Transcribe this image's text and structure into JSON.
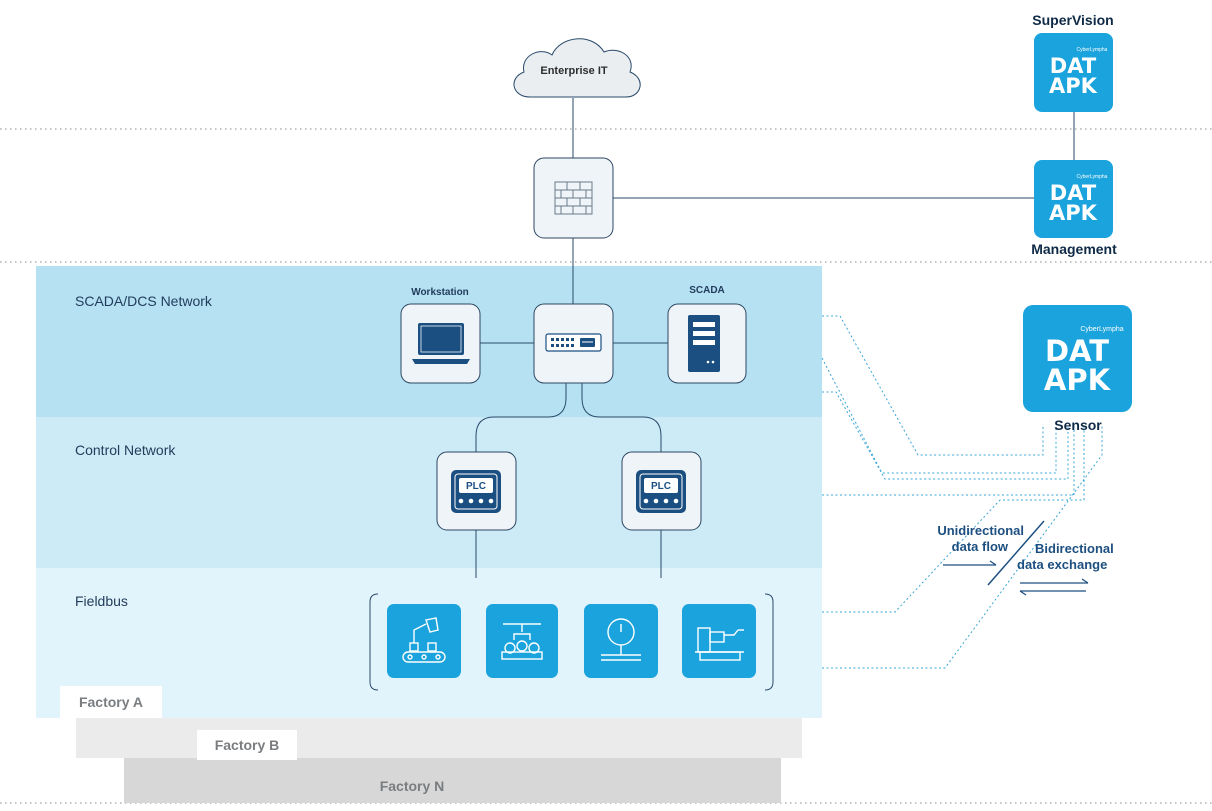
{
  "zones": {
    "scada": "SCADA/DCS Network",
    "control": "Control Network",
    "fieldbus": "Fieldbus"
  },
  "cloud": {
    "label": "Enterprise IT",
    "icon": "cloud-icon"
  },
  "firewall": {
    "icon": "firewall-brick-icon"
  },
  "devices": {
    "workstation": "Workstation",
    "scada": "SCADA",
    "plc": "PLC"
  },
  "datapk": {
    "line1": "DAT",
    "line2": "APK",
    "brand": "CyberLympha",
    "supervision": "SuperVision",
    "management": "Management",
    "sensor": "Sensor",
    "color": "#1aa3dc"
  },
  "flows": {
    "unidirectional_1": "Unidirectional",
    "unidirectional_2": "data flow",
    "bidirectional_1": "Bidirectional",
    "bidirectional_2": "data exchange"
  },
  "factories": {
    "a": "Factory A",
    "b": "Factory B",
    "n": "Factory N"
  },
  "colors": {
    "scada_zone": "#b5e1f2",
    "control_zone": "#ccebf6",
    "fieldbus_zone": "#e2f4fb",
    "factory_b": "#ebebeb",
    "factory_n": "#d7d7d7",
    "navy": "#1b4f82",
    "accent": "#1aa3dc"
  },
  "field_devices": [
    "robot-arm-conveyor-icon",
    "gripper-conveyor-icon",
    "pressure-gauge-icon",
    "cnc-machine-icon"
  ]
}
